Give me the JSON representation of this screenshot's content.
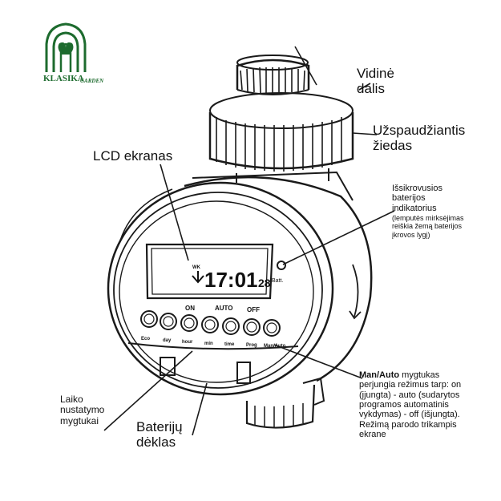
{
  "logo": {
    "brand": "KLASIKA",
    "sub": "GARDEN",
    "color": "#1d6b2e"
  },
  "lcd": {
    "time": "17:01",
    "day": "28",
    "marker": "WK"
  },
  "buttons": {
    "mode_labels": [
      "ON",
      "AUTO",
      "OFF"
    ],
    "labels": [
      "Eco",
      "day",
      "hour",
      "min",
      "time",
      "Prog",
      "Man/Auto"
    ]
  },
  "batt_label": "Batt.",
  "callouts": {
    "inner_part": [
      "Vidinė",
      "dalis"
    ],
    "clamp_ring": [
      "Užspaudžiantis",
      "žiedas"
    ],
    "lcd_screen": "LCD ekranas",
    "battery_indicator": {
      "title": [
        "Išsikrovusios",
        "baterijos",
        "indikatorius"
      ],
      "note": [
        "(lemputės mirksėjimas",
        "reiškia žemą baterijos",
        "įkrovos lygį)"
      ]
    },
    "time_buttons": [
      "Laiko",
      "nustatymo",
      "mygtukai"
    ],
    "battery_compartment": [
      "Baterijų",
      "dėklas"
    ],
    "man_auto": {
      "bold": "Man/Auto",
      "text": [
        " mygtukas",
        "perjungia režimus tarp: on",
        "(įjungta) - auto (sudarytos",
        "programos automatinis",
        "vykdymas) - off (išjungta).",
        "Režimą parodo trikampis",
        "ekrane"
      ]
    }
  }
}
